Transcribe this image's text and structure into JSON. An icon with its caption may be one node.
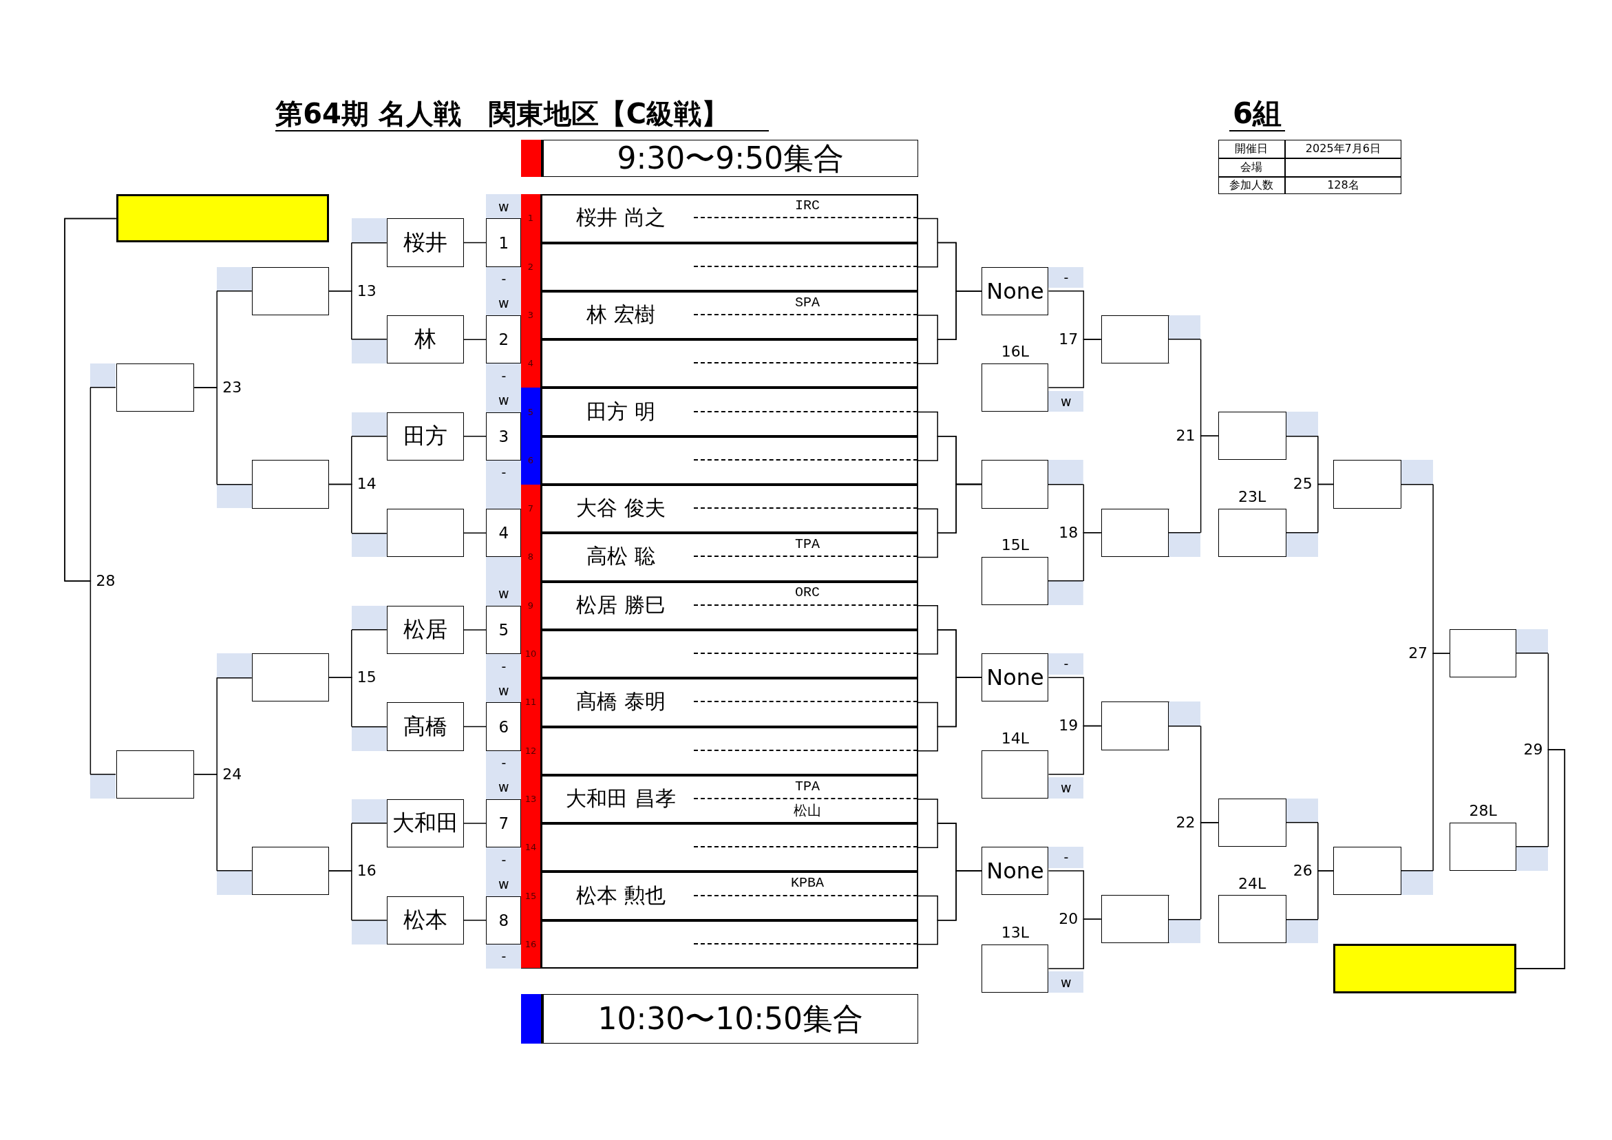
{
  "diagram": {
    "title": "第64期 名人戦　関東地区【C級戦】",
    "nodes": [
      {
        "text": [
          "1",
          "桜井 尚之",
          "IRC"
        ]
      },
      {
        "text": [
          "2"
        ]
      },
      {
        "text": [
          "3",
          "林 宏樹",
          "SPA"
        ]
      },
      {
        "text": [
          "4"
        ]
      },
      {
        "text": [
          "5",
          "田方 明"
        ]
      },
      {
        "text": [
          "6"
        ]
      },
      {
        "text": [
          "7",
          "大谷 俊夫"
        ]
      },
      {
        "text": [
          "8",
          "高松 聡",
          "TPA"
        ]
      },
      {
        "text": [
          "9",
          "松居 勝巳",
          "ORC"
        ]
      },
      {
        "text": [
          "10"
        ]
      },
      {
        "text": [
          "11",
          "髙橋 泰明"
        ]
      },
      {
        "text": [
          "12"
        ]
      },
      {
        "text": [
          "13",
          "大和田 昌孝",
          "TPA",
          "松山"
        ]
      },
      {
        "text": [
          "14"
        ]
      },
      {
        "text": [
          "15",
          "松本 勲也",
          "KPBA"
        ]
      },
      {
        "text": [
          "16"
        ]
      },
      {
        "text": [
          "1"
        ]
      },
      {
        "text": [
          "2"
        ]
      },
      {
        "text": [
          "3"
        ]
      },
      {
        "text": [
          "4"
        ]
      },
      {
        "text": [
          "5"
        ]
      },
      {
        "text": [
          "6"
        ]
      },
      {
        "text": [
          "7"
        ]
      },
      {
        "text": [
          "8"
        ]
      },
      {
        "text": [
          "w"
        ]
      },
      {
        "text": [
          "-"
        ]
      },
      {
        "text": [
          "w"
        ]
      },
      {
        "text": [
          "-"
        ]
      },
      {
        "text": [
          "w"
        ]
      },
      {
        "text": [
          "-"
        ]
      },
      {
        "text": [
          "w"
        ]
      },
      {
        "text": [
          "-"
        ]
      },
      {
        "text": [
          "w"
        ]
      },
      {
        "text": [
          "-"
        ]
      },
      {
        "text": [
          "w"
        ]
      },
      {
        "text": [
          "-"
        ]
      },
      {
        "text": [
          "w"
        ]
      },
      {
        "text": [
          "-"
        ]
      },
      {
        "text": [
          "桜井"
        ]
      },
      {
        "text": [
          "林"
        ]
      },
      {
        "text": [
          "田方"
        ]
      },
      {
        "text": [],
        "shape": "box"
      },
      {
        "text": [
          "松居"
        ]
      },
      {
        "text": [
          "髙橋"
        ]
      },
      {
        "text": [
          "大和田"
        ]
      },
      {
        "text": [
          "松本"
        ]
      },
      {
        "text": [],
        "shape": "box"
      },
      {
        "text": [],
        "shape": "box"
      },
      {
        "text": [],
        "shape": "box"
      },
      {
        "text": [],
        "shape": "box"
      },
      {
        "text": [],
        "shape": "box"
      },
      {
        "text": [],
        "shape": "box"
      },
      {
        "text": [],
        "shape": "box"
      },
      {
        "text": [
          "None"
        ]
      },
      {
        "text": [],
        "shape": "box",
        "beside": [
          "16L"
        ]
      },
      {
        "text": [],
        "shape": "box"
      },
      {
        "text": [],
        "shape": "box",
        "beside": [
          "15L"
        ]
      },
      {
        "text": [
          "None"
        ]
      },
      {
        "text": [],
        "shape": "box",
        "beside": [
          "14L"
        ]
      },
      {
        "text": [
          "None"
        ]
      },
      {
        "text": [],
        "shape": "box",
        "beside": [
          "13L"
        ]
      },
      {
        "text": [
          "-"
        ]
      },
      {
        "text": [
          "w"
        ]
      },
      {
        "text": [
          "-"
        ]
      },
      {
        "text": [
          "w"
        ]
      },
      {
        "text": [
          "-"
        ]
      },
      {
        "text": [
          "w"
        ]
      },
      {
        "text": [],
        "shape": "box"
      },
      {
        "text": [],
        "shape": "box"
      },
      {
        "text": [],
        "shape": "box"
      },
      {
        "text": [],
        "shape": "box"
      },
      {
        "text": [],
        "shape": "box"
      },
      {
        "text": [],
        "shape": "box",
        "beside": [
          "23L"
        ]
      },
      {
        "text": [],
        "shape": "box"
      },
      {
        "text": [],
        "shape": "box",
        "beside": [
          "24L"
        ]
      },
      {
        "text": [],
        "shape": "box"
      },
      {
        "text": [],
        "shape": "box"
      },
      {
        "text": [],
        "shape": "box"
      },
      {
        "text": [],
        "shape": "box",
        "beside": [
          "28L"
        ]
      },
      {
        "text": [],
        "shape": "box"
      }
    ],
    "edges": [
      {
        "from": 16,
        "to": 38,
        "arrow": "none"
      },
      {
        "from": 17,
        "to": 39,
        "arrow": "none"
      },
      {
        "from": 18,
        "to": 40,
        "arrow": "none"
      },
      {
        "from": 19,
        "to": 41,
        "arrow": "none"
      },
      {
        "from": 20,
        "to": 42,
        "arrow": "none"
      },
      {
        "from": 21,
        "to": 43,
        "arrow": "none"
      },
      {
        "from": 22,
        "to": 44,
        "arrow": "none"
      },
      {
        "from": 23,
        "to": 45,
        "arrow": "none"
      },
      {
        "from": 38,
        "to": 46,
        "arrow": "none",
        "label": "13"
      },
      {
        "from": 39,
        "to": 46,
        "arrow": "none"
      },
      {
        "from": 40,
        "to": 47,
        "arrow": "none",
        "label": "14"
      },
      {
        "from": 41,
        "to": 47,
        "arrow": "none"
      },
      {
        "from": 42,
        "to": 48,
        "arrow": "none",
        "label": "15"
      },
      {
        "from": 43,
        "to": 48,
        "arrow": "none"
      },
      {
        "from": 44,
        "to": 49,
        "arrow": "none",
        "label": "16"
      },
      {
        "from": 45,
        "to": 49,
        "arrow": "none"
      },
      {
        "from": 46,
        "to": 50,
        "arrow": "none",
        "label": "23"
      },
      {
        "from": 47,
        "to": 50,
        "arrow": "none"
      },
      {
        "from": 48,
        "to": 51,
        "arrow": "none",
        "label": "24"
      },
      {
        "from": 49,
        "to": 51,
        "arrow": "none"
      },
      {
        "from": 50,
        "to": 52,
        "arrow": "none",
        "label": "28"
      },
      {
        "from": 51,
        "to": 52,
        "arrow": "none"
      },
      {
        "from": 0,
        "to": 53,
        "arrow": "none"
      },
      {
        "from": 1,
        "to": 53,
        "arrow": "none"
      },
      {
        "from": 2,
        "to": 53,
        "arrow": "none"
      },
      {
        "from": 3,
        "to": 53,
        "arrow": "none"
      },
      {
        "from": 4,
        "to": 55,
        "arrow": "none"
      },
      {
        "from": 5,
        "to": 55,
        "arrow": "none"
      },
      {
        "from": 6,
        "to": 55,
        "arrow": "none"
      },
      {
        "from": 7,
        "to": 55,
        "arrow": "none"
      },
      {
        "from": 8,
        "to": 57,
        "arrow": "none"
      },
      {
        "from": 9,
        "to": 57,
        "arrow": "none"
      },
      {
        "from": 10,
        "to": 57,
        "arrow": "none"
      },
      {
        "from": 11,
        "to": 57,
        "arrow": "none"
      },
      {
        "from": 12,
        "to": 59,
        "arrow": "none"
      },
      {
        "from": 13,
        "to": 59,
        "arrow": "none"
      },
      {
        "from": 14,
        "to": 59,
        "arrow": "none"
      },
      {
        "from": 15,
        "to": 59,
        "arrow": "none"
      },
      {
        "from": 53,
        "to": 67,
        "arrow": "none",
        "label": "17"
      },
      {
        "from": 54,
        "to": 67,
        "arrow": "none"
      },
      {
        "from": 55,
        "to": 68,
        "arrow": "none",
        "label": "18"
      },
      {
        "from": 56,
        "to": 68,
        "arrow": "none"
      },
      {
        "from": 57,
        "to": 69,
        "arrow": "none",
        "label": "19"
      },
      {
        "from": 58,
        "to": 69,
        "arrow": "none"
      },
      {
        "from": 59,
        "to": 70,
        "arrow": "none",
        "label": "20"
      },
      {
        "from": 60,
        "to": 70,
        "arrow": "none"
      },
      {
        "from": 67,
        "to": 71,
        "arrow": "none",
        "label": "21"
      },
      {
        "from": 68,
        "to": 71,
        "arrow": "none"
      },
      {
        "from": 69,
        "to": 73,
        "arrow": "none",
        "label": "22"
      },
      {
        "from": 70,
        "to": 73,
        "arrow": "none"
      },
      {
        "from": 71,
        "to": 75,
        "arrow": "none",
        "label": "25"
      },
      {
        "from": 72,
        "to": 75,
        "arrow": "none"
      },
      {
        "from": 73,
        "to": 76,
        "arrow": "none",
        "label": "26"
      },
      {
        "from": 74,
        "to": 76,
        "arrow": "none"
      },
      {
        "from": 75,
        "to": 77,
        "arrow": "none",
        "label": "27"
      },
      {
        "from": 76,
        "to": 77,
        "arrow": "none"
      },
      {
        "from": 77,
        "to": 79,
        "arrow": "none",
        "label": "29"
      },
      {
        "from": 78,
        "to": 79,
        "arrow": "none"
      }
    ],
    "labels": [
      "6組",
      "開催日",
      "2025年7月6日",
      "会場",
      "参加人数",
      "128名"
    ],
    "legend": [
      {
        "text": "9:30〜9:50集合",
        "color": "#ff0000"
      },
      {
        "text": "10:30〜10:50集合",
        "color": "#0000ff"
      }
    ]
  }
}
